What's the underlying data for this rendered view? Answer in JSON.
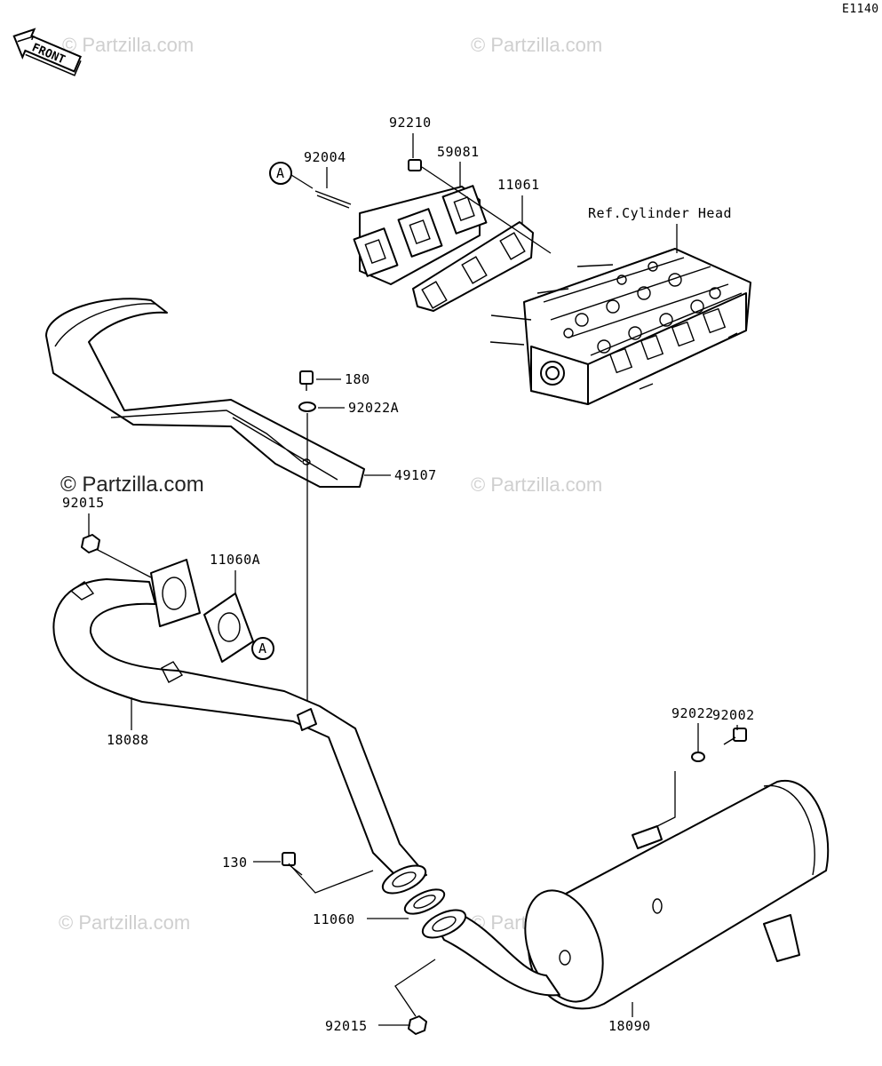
{
  "diagram_code": "E1140",
  "front_label": "FRONT",
  "reference_label": "Ref.Cylinder Head",
  "callout_a": "A",
  "watermark": "© Partzilla.com",
  "parts": {
    "p92210": "92210",
    "p92004": "92004",
    "p59081": "59081",
    "p11061": "11061",
    "p180": "180",
    "p92022A": "92022A",
    "p49107": "49107",
    "p92015_top": "92015",
    "p11060A": "11060A",
    "p18088": "18088",
    "p92002": "92002",
    "p92022": "92022",
    "p130": "130",
    "p11060": "11060",
    "p92015_bottom": "92015",
    "p18090": "18090"
  }
}
